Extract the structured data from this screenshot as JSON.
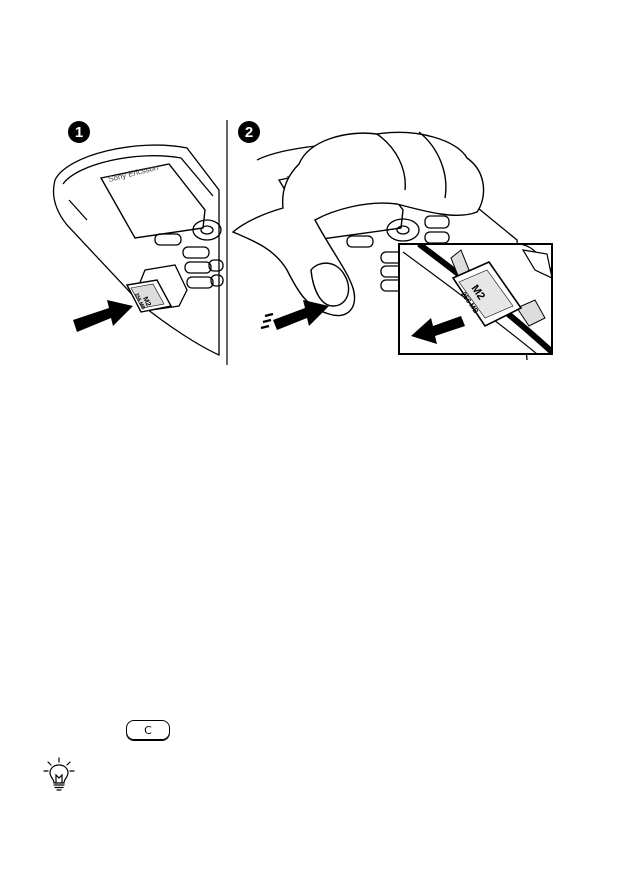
{
  "illustration": {
    "step1_number": "1",
    "step2_number": "2",
    "brand_text": "Sony Ericsson",
    "card_label_m2": "M2",
    "card_label_size": "256 MB"
  },
  "key": {
    "c_label": "C"
  },
  "icons": {
    "tip": "lightbulb-tip-icon",
    "arrow": "arrow-icon"
  }
}
